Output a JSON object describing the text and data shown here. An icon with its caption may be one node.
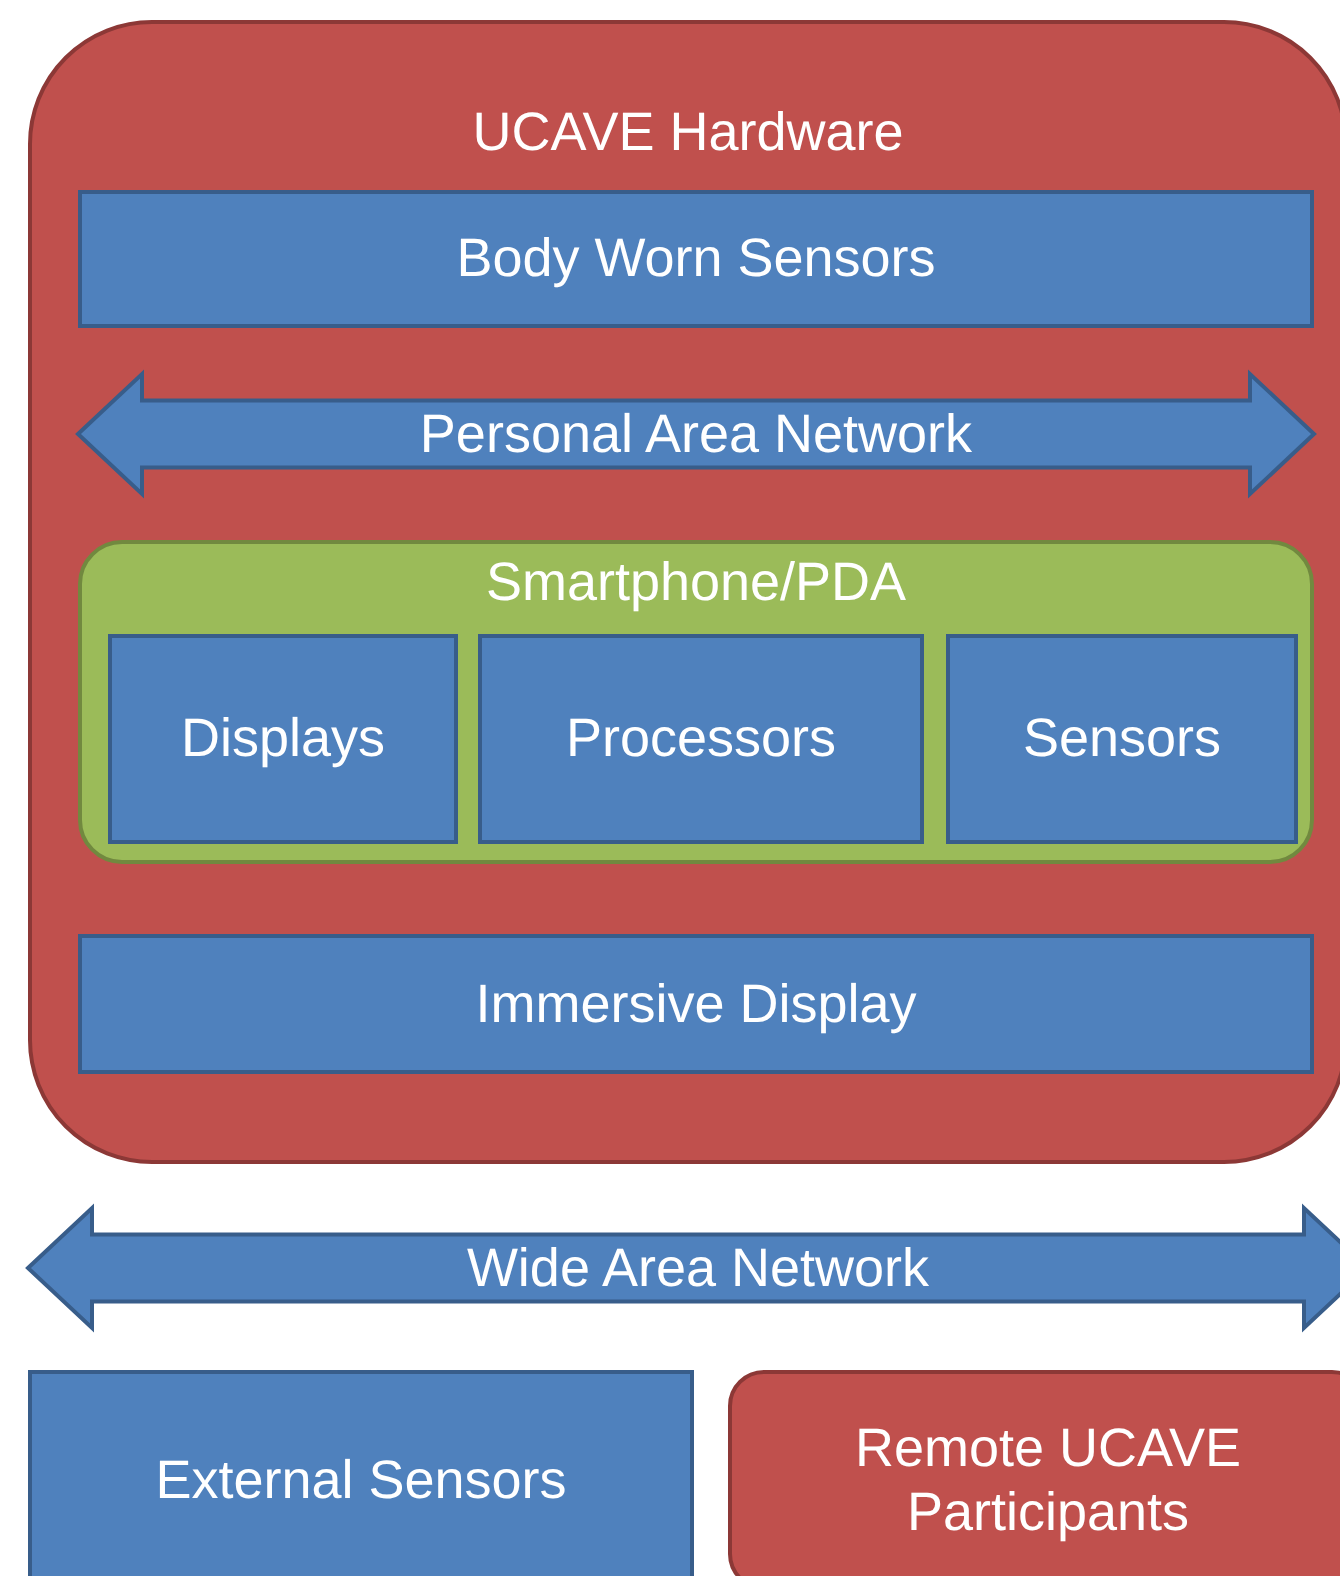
{
  "diagram": {
    "nodes": [
      {
        "text": [
          "UCAVE Hardware"
        ]
      },
      {
        "text": [
          "Body Worn Sensors"
        ],
        "in": 0
      },
      {
        "text": [
          "Personal Area Network"
        ],
        "in": 0
      },
      {
        "text": [
          "Smartphone/PDA"
        ],
        "in": 0
      },
      {
        "text": [
          "Displays"
        ],
        "in": 3
      },
      {
        "text": [
          "Processors"
        ],
        "in": 3
      },
      {
        "text": [
          "Sensors"
        ],
        "in": 3
      },
      {
        "text": [
          "Immersive Display"
        ],
        "in": 0
      },
      {
        "text": [
          "Wide Area Network"
        ]
      },
      {
        "text": [
          "External Sensors"
        ]
      },
      {
        "text": [
          "Remote UCAVE Participants"
        ]
      }
    ],
    "edges": []
  }
}
